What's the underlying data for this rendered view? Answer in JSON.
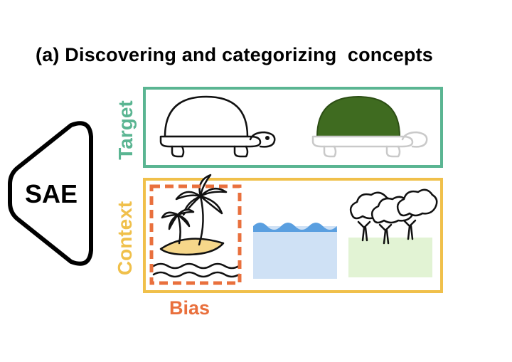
{
  "title": "(a) Discovering and categorizing  concepts",
  "encoder": {
    "label": "SAE"
  },
  "groups": {
    "target": {
      "label": "Target",
      "color": "#5ab592"
    },
    "context": {
      "label": "Context",
      "color": "#f0c04b"
    },
    "bias": {
      "label": "Bias",
      "color": "#e9703d"
    }
  },
  "icons": {
    "target": [
      "turtle-outline-icon",
      "turtle-green-shell-icon"
    ],
    "context": [
      "island-palm-icon",
      "water-icon",
      "forest-icon"
    ]
  },
  "colors": {
    "shell_green": "#3f6b20",
    "water_blue": "#cfe1f5",
    "wave_blue": "#5a9fe0",
    "grass_green": "#e2f3d4",
    "sand": "#f6d78a"
  }
}
